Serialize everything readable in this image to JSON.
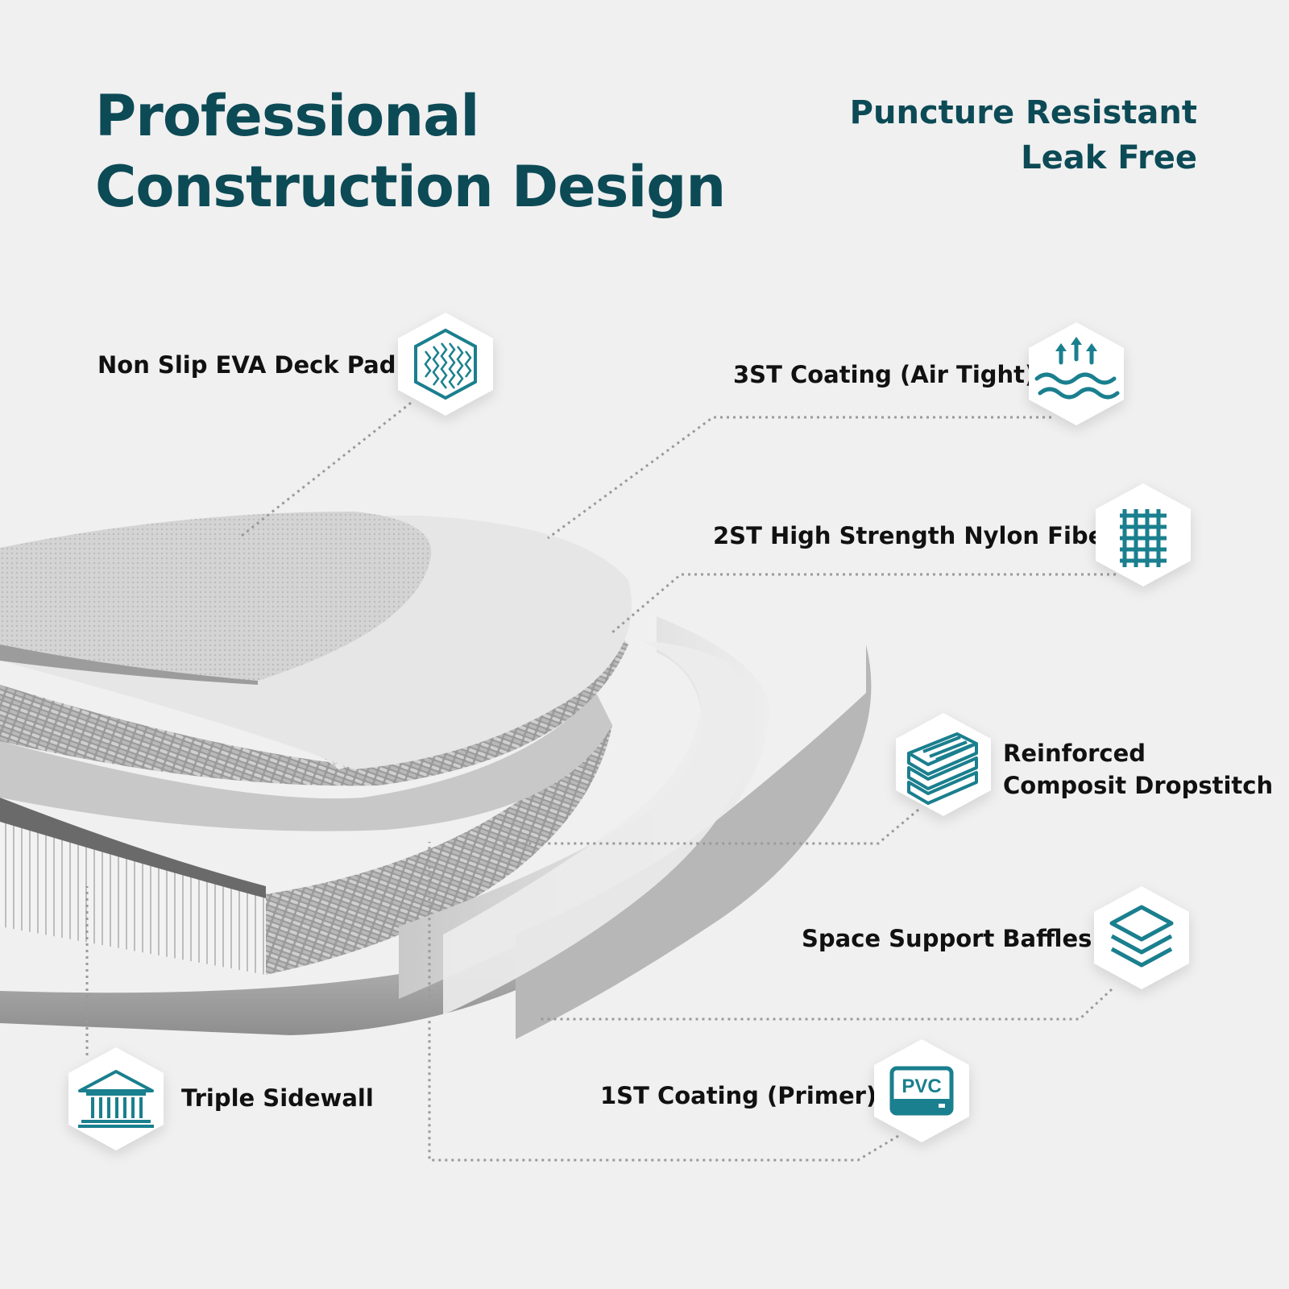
{
  "header": {
    "title_line1": "Professional",
    "title_line2": "Construction Design",
    "tagline_line1": "Puncture Resistant",
    "tagline_line2": "Leak Free"
  },
  "layers": [
    {
      "id": "eva",
      "label": "Non Slip EVA Deck Pad",
      "icon": "zigzag-texture-icon"
    },
    {
      "id": "coat3",
      "label": "3ST  Coating (Air Tight)",
      "icon": "air-tight-waves-icon"
    },
    {
      "id": "nylon",
      "label": "2ST High Strength Nylon Fiber",
      "icon": "grid-mesh-icon"
    },
    {
      "id": "dropstitch",
      "label_line1": "Reinforced",
      "label_line2": "Composit Dropstitch",
      "icon": "stacked-layers-icon"
    },
    {
      "id": "baffles",
      "label": "Space Support Baffles",
      "icon": "layered-diamonds-icon"
    },
    {
      "id": "coat1",
      "label": "1ST Coating (Primer)",
      "icon": "pvc-box-icon",
      "icon_text": "PVC"
    },
    {
      "id": "sidewall",
      "label": "Triple Sidewall",
      "icon": "pillared-building-icon"
    }
  ],
  "colors": {
    "accent": "#0c4a56",
    "icon": "#1a7f8e",
    "background": "#f0f0f0"
  }
}
